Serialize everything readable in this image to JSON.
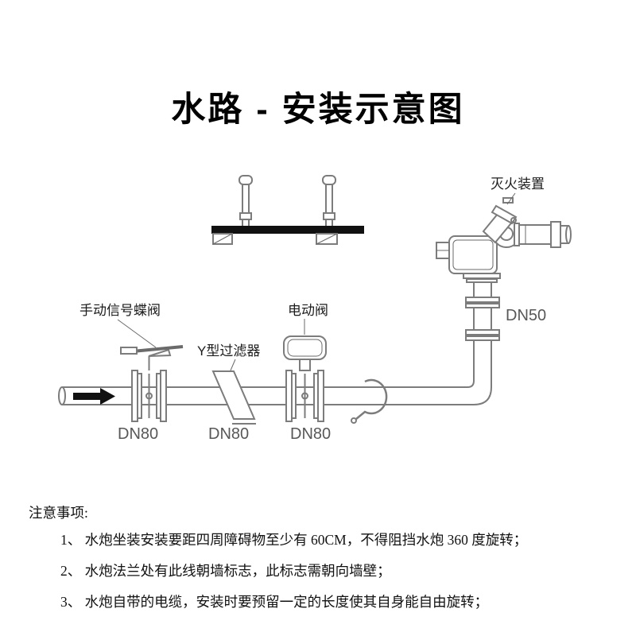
{
  "title": "水路 - 安装示意图",
  "colors": {
    "line_gray": "#7c7c7c",
    "accent_black": "#111111",
    "dn_label_gray": "#585858"
  },
  "diagram": {
    "labels": {
      "fire_device": "灭火装置",
      "manual_valve": "手动信号蝶阀",
      "y_filter": "Y型过滤器",
      "electric_valve": "电动阀",
      "dn50": "DN50",
      "dn80": [
        "DN80",
        "DN80",
        "DN80"
      ]
    }
  },
  "notes": {
    "heading": "注意事项:",
    "items": [
      "1、 水炮坐装安装要距四周障碍物至少有 60CM，不得阻挡水炮 360 度旋转；",
      "2、 水炮法兰处有此线朝墙标志，此标志需朝向墙壁；",
      "3、 水炮自带的电缆，安装时要预留一定的长度使其自身能自由旋转；"
    ]
  }
}
